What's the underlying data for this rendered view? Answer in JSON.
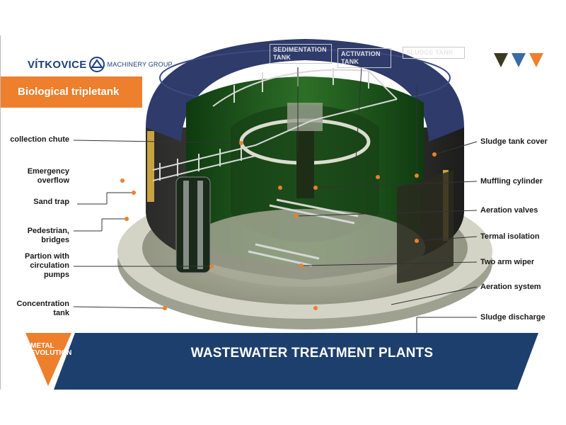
{
  "brand": {
    "name": "VÍTKOVICE",
    "sub": "MACHINERY GROUP"
  },
  "title": "Biological tripletank",
  "header_labels": [
    "SEDIMENTATION TANK",
    "ACTIVATION TANK",
    "SLUDGE TANK"
  ],
  "left_labels": [
    "collection chute",
    "Emergency overflow",
    "Sand trap",
    "Pedestrian, bridges",
    "Partion with circulation pumps",
    "Concentration tank"
  ],
  "right_labels": [
    "Sludge tank cover",
    "Muffling cylinder",
    "Aeration valves",
    "Termal isolation",
    "Two arm wiper",
    "Aeration system",
    "Sludge discharge"
  ],
  "banner": "WASTEWATER TREATMENT PLANTS",
  "logo": {
    "line1": "METAL",
    "line2": "EVOLUTION"
  },
  "colors": {
    "orange": "#ee7f2d",
    "navy": "#1d3f78",
    "banner": "#1d3f6e",
    "tank_green": "#1f5b1d",
    "cover": "#2e3b6b",
    "concrete": "#cfcfc2",
    "triangle_dark": "#3a3a22",
    "triangle_blue": "#3b6aa8"
  }
}
